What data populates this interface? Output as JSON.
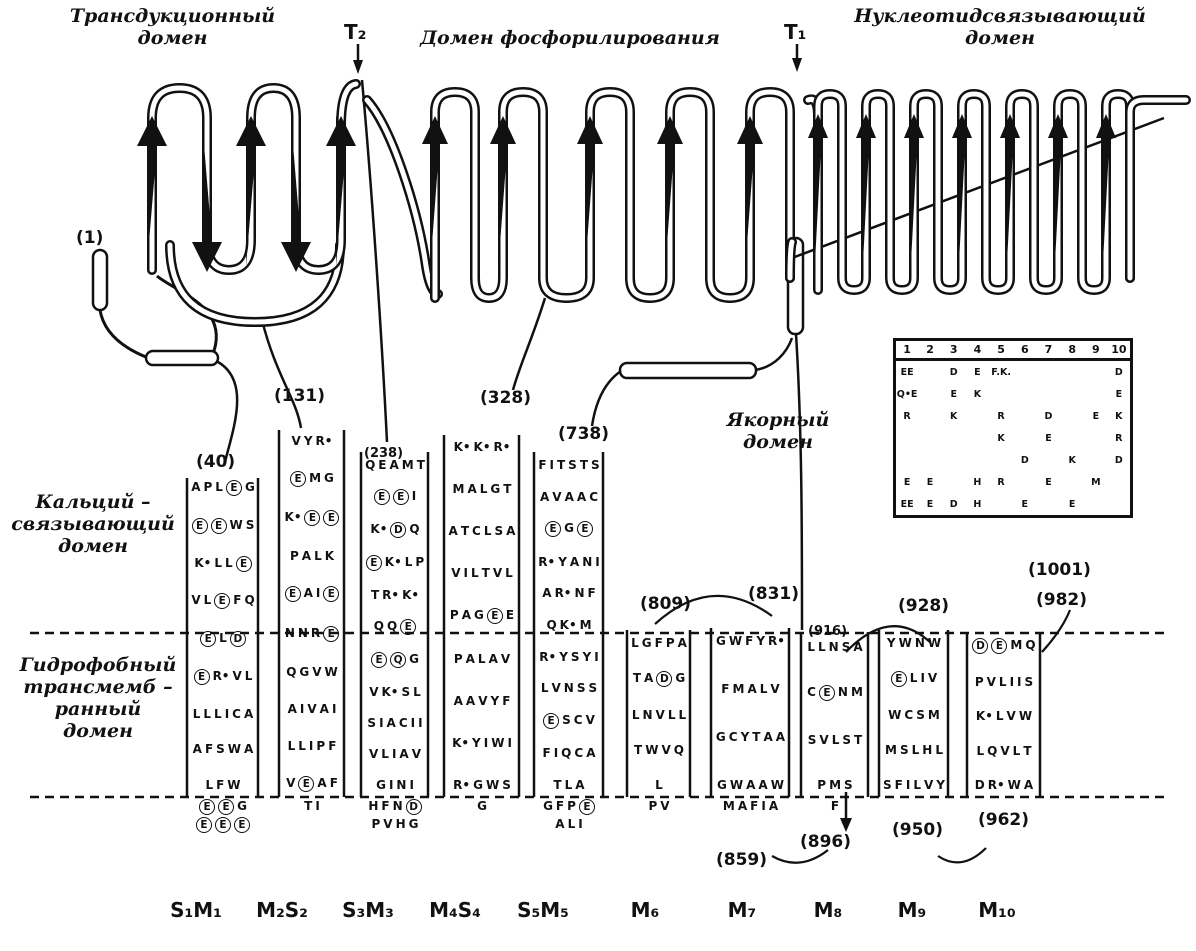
{
  "domain_labels": {
    "transduction": "Трансдукционный\nдомен",
    "phosphorylation": "Домен фосфорилирования",
    "nucleotide": "Нуклеотидсвязывающий\nдомен",
    "anchor": "Якорный\nдомен",
    "calcium": "Кальций –\nсвязывающий\nдомен",
    "hydrophobic": "Гидрофобный\nтрансмемб –\nранный\nдомен"
  },
  "markers": {
    "t1": "T₁",
    "t2": "T₂"
  },
  "residue_numbers": {
    "n1": "(1)",
    "n40": "(40)",
    "n131": "(131)",
    "n238": "(238)",
    "n328": "(328)",
    "n738": "(738)",
    "n809": "(809)",
    "n831": "(831)",
    "n916": "(916)",
    "n859": "(859)",
    "n896": "(896)",
    "n928": "(928)",
    "n950": "(950)",
    "n962": "(962)",
    "n982": "(982)",
    "n1001": "(1001)"
  },
  "segments": [
    {
      "label": "S₁M₁",
      "residues": [
        "A",
        "P",
        "L",
        "(E)",
        "G",
        "(E)",
        "(E)",
        "W",
        "S",
        "K•",
        "L",
        "L",
        "(E)",
        "V",
        "L",
        "(E)",
        "F",
        "Q",
        "(E)",
        "L",
        "(D)",
        "(E)",
        "R•",
        "V",
        "L",
        "L",
        "L",
        "L",
        "I",
        "C",
        "A",
        "A",
        "F",
        "S",
        "W",
        "A",
        "L",
        "F",
        "W"
      ],
      "below": [
        "(E)",
        "(E)",
        "G",
        "(E)",
        "(E)",
        "(E)"
      ]
    },
    {
      "label": "M₂S₂",
      "residues": [
        "V",
        "Y",
        "R•",
        "(E)",
        "M",
        "G",
        "K•",
        "(E)",
        "(E)",
        "P",
        "A",
        "L",
        "K",
        "(E)",
        "A",
        "I",
        "(E)",
        "N",
        "N",
        "R",
        "(E)",
        "Q",
        "G",
        "V",
        "W",
        "A",
        "I",
        "V",
        "A",
        "I",
        "L",
        "L",
        "I",
        "P",
        "F",
        "V",
        "(E)",
        "A",
        "F"
      ],
      "below": [
        "T",
        "I"
      ]
    },
    {
      "label": "S₃M₃",
      "residues": [
        "Q",
        "E",
        "A",
        "M",
        "T",
        "(E)",
        "(E)",
        "I",
        "K•",
        "(D)",
        "Q",
        "(E)",
        "K•",
        "L",
        "P",
        "T",
        "R•",
        "K•",
        "Q",
        "Q",
        "(E)",
        "(E)",
        "(Q)",
        "G",
        "V",
        "K•",
        "S",
        "L",
        "S",
        "I",
        "A",
        "C",
        "I",
        "I",
        "V",
        "L",
        "I",
        "A",
        "V",
        "G",
        "I",
        "N",
        "I"
      ],
      "below": [
        "H",
        "F",
        "N",
        "(D)",
        "P",
        "V",
        "H",
        "G"
      ]
    },
    {
      "label": "M₄S₄",
      "residues": [
        "K•",
        "K•",
        "R•",
        "M",
        "A",
        "L",
        "G",
        "T",
        "A",
        "T",
        "C",
        "L",
        "S",
        "A",
        "V",
        "I",
        "L",
        "T",
        "V",
        "L",
        "P",
        "A",
        "G",
        "(E)",
        "E",
        "P",
        "A",
        "L",
        "A",
        "V",
        "A",
        "A",
        "V",
        "Y",
        "F",
        "K•",
        "Y",
        "I",
        "W",
        "I",
        "R•",
        "G",
        "W",
        "S"
      ],
      "below": [
        "G"
      ]
    },
    {
      "label": "S₅M₅",
      "residues": [
        "F",
        "I",
        "T",
        "S",
        "T",
        "S",
        "A",
        "V",
        "A",
        "A",
        "C",
        "(E)",
        "G",
        "(E)",
        "R•",
        "Y",
        "A",
        "N",
        "I",
        "A",
        "R•",
        "N",
        "F",
        "Q",
        "K•",
        "M",
        "R•",
        "Y",
        "S",
        "Y",
        "I",
        "L",
        "V",
        "N",
        "S",
        "S",
        "(E)",
        "S",
        "C",
        "V",
        "F",
        "I",
        "Q",
        "C",
        "A",
        "T",
        "L",
        "A"
      ],
      "below": [
        "G",
        "F",
        "P",
        "(E)",
        "A",
        "L",
        "I"
      ]
    },
    {
      "label": "M₆",
      "residues": [
        "L",
        "G",
        "F",
        "P",
        "A",
        "T",
        "A",
        "(D)",
        "G",
        "L",
        "N",
        "V",
        "L",
        "L",
        "T",
        "W",
        "V",
        "Q",
        "L"
      ],
      "below": [
        "P",
        "V"
      ]
    },
    {
      "label": "M₇",
      "residues": [
        "G",
        "W",
        "F",
        "Y",
        "R•",
        "F",
        "M",
        "A",
        "L",
        "V",
        "G",
        "C",
        "Y",
        "T",
        "A",
        "A",
        "G",
        "W",
        "A",
        "A",
        "W"
      ],
      "below": [
        "M",
        "A",
        "F",
        "I",
        "A"
      ]
    },
    {
      "label": "M₈",
      "residues": [
        "L",
        "L",
        "N",
        "S",
        "A",
        "C",
        "(E)",
        "N",
        "M",
        "S",
        "V",
        "L",
        "S",
        "T",
        "P",
        "M",
        "S"
      ],
      "below": [
        "F"
      ]
    },
    {
      "label": "M₉",
      "residues": [
        "Y",
        "W",
        "N",
        "W",
        "(E)",
        "L",
        "I",
        "V",
        "W",
        "C",
        "S",
        "M",
        "M",
        "S",
        "L",
        "H",
        "L",
        "S",
        "F",
        "I",
        "L",
        "V",
        "Y"
      ],
      "below": []
    },
    {
      "label": "M₁₀",
      "residues": [
        "(D)",
        "(E)",
        "M",
        "Q",
        "P",
        "V",
        "L",
        "I",
        "I",
        "S",
        "K•",
        "L",
        "V",
        "W",
        "L",
        "Q",
        "V",
        "L",
        "T",
        "D",
        "R•",
        "W",
        "A"
      ],
      "below": []
    }
  ],
  "matrix": {
    "headers": [
      "1",
      "2",
      "3",
      "4",
      "5",
      "6",
      "7",
      "8",
      "9",
      "10"
    ],
    "rows": [
      [
        "EE",
        "",
        "D",
        "E",
        "F.K.",
        "",
        "",
        "",
        "",
        "D"
      ],
      [
        "Q•E",
        "",
        "E",
        "K",
        "",
        "",
        "",
        "",
        "",
        "E"
      ],
      [
        "R",
        "",
        "K",
        "",
        "R",
        "",
        "D",
        "",
        "E",
        "K"
      ],
      [
        "",
        "",
        "",
        "",
        "K",
        "",
        "E",
        "",
        "",
        "R"
      ],
      [
        "",
        "",
        "",
        "",
        "",
        "D",
        "",
        "K",
        "",
        "D"
      ],
      [
        "E",
        "E",
        "",
        "H",
        "R",
        "",
        "E",
        "",
        "M",
        ""
      ],
      [
        "EE",
        "E",
        "D",
        "H",
        "",
        "E",
        "",
        "E",
        "",
        ""
      ]
    ]
  }
}
